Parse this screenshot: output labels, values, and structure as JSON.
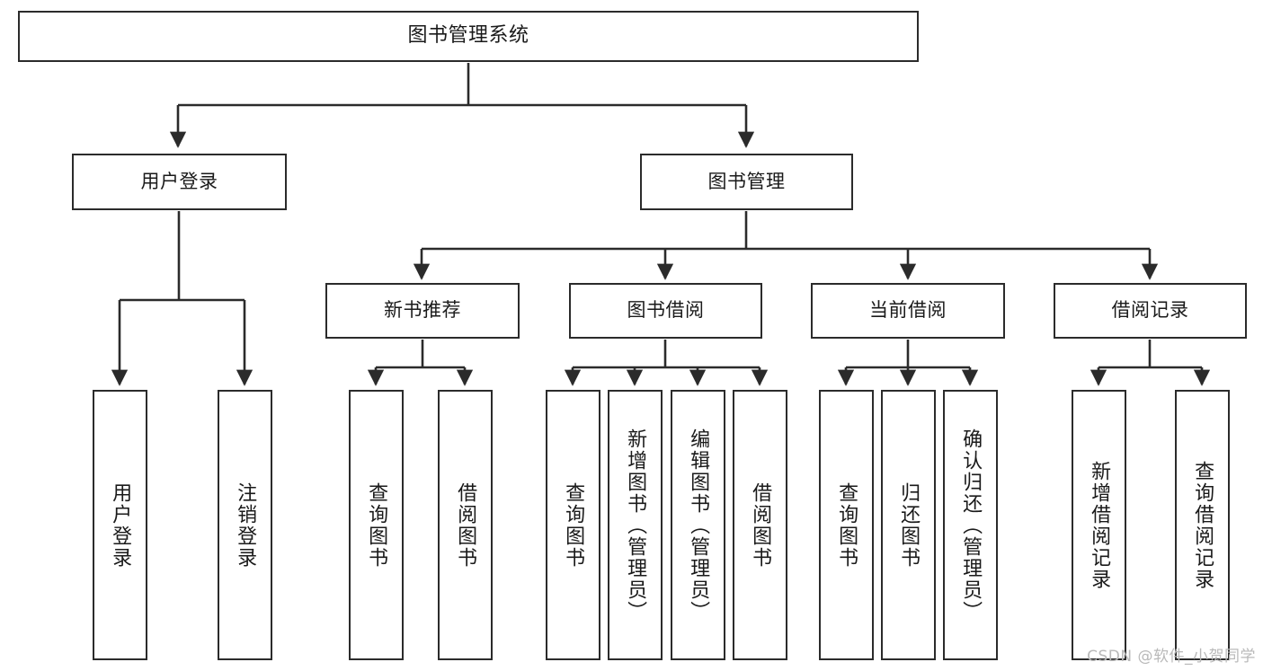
{
  "diagram": {
    "title": "图书管理系统",
    "type": "tree-hierarchy",
    "watermark": "CSDN @软件_小贺同学",
    "stroke_color": "#2b2b2b",
    "fill_color": "#ffffff",
    "text_color": "#1a1a1a"
  },
  "nodes": {
    "root": {
      "label": "图书管理系统"
    },
    "level2": [
      {
        "label": "用户登录"
      },
      {
        "label": "图书管理"
      }
    ],
    "level3": [
      {
        "label": "新书推荐"
      },
      {
        "label": "图书借阅"
      },
      {
        "label": "当前借阅"
      },
      {
        "label": "借阅记录"
      }
    ],
    "leaves": {
      "user_login": [
        {
          "label": "用户登录"
        },
        {
          "label": "注销登录"
        }
      ],
      "new_book_recommend": [
        {
          "label": "查询图书"
        },
        {
          "label": "借阅图书"
        }
      ],
      "book_borrow": [
        {
          "label": "查询图书"
        },
        {
          "label": "新增图书（管理员）"
        },
        {
          "label": "编辑图书（管理员）"
        },
        {
          "label": "借阅图书"
        }
      ],
      "current_borrow": [
        {
          "label": "查询图书"
        },
        {
          "label": "归还图书"
        },
        {
          "label": "确认归还（管理员）"
        }
      ],
      "borrow_records": [
        {
          "label": "新增借阅记录"
        },
        {
          "label": "查询借阅记录"
        }
      ]
    }
  }
}
